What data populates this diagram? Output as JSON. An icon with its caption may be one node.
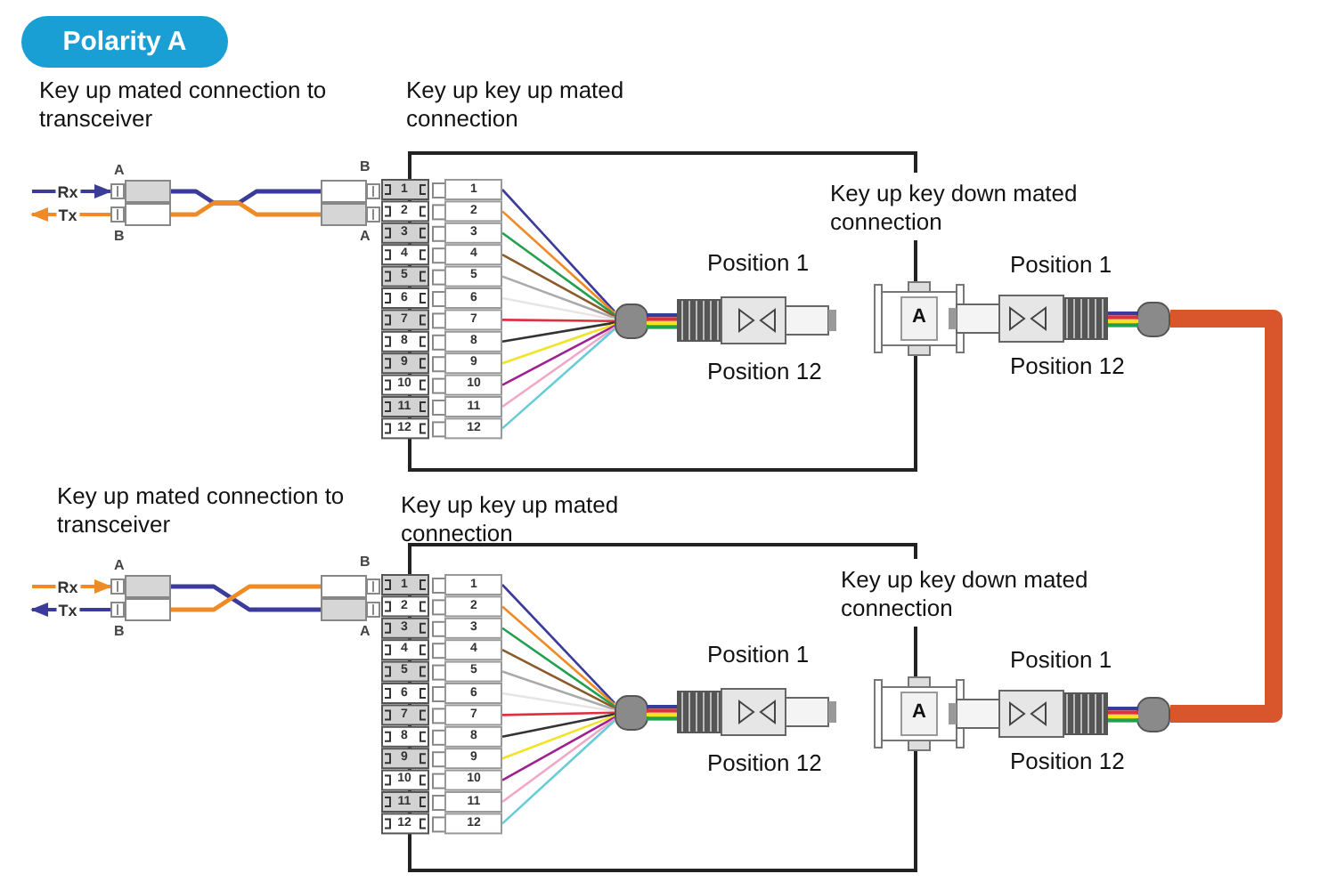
{
  "diagram": {
    "title": "Polarity A",
    "nodes": [
      {
        "text": [],
        "shape": "picture",
        "beside": [
          "A",
          "B"
        ]
      },
      {
        "text": [
          "Key up key up mated connection"
        ]
      },
      {
        "text": [],
        "shape": "picture",
        "beside": [
          "B",
          "A"
        ]
      },
      {
        "text": [],
        "shape": "picture"
      },
      {
        "text": [],
        "shape": "picture",
        "beside": [
          "Position 1",
          "Position 12"
        ],
        "in": 1
      },
      {
        "text": [
          "A"
        ]
      },
      {
        "text": [],
        "shape": "picture",
        "beside": [
          "Position 1",
          "Position 12"
        ]
      },
      {
        "text": [],
        "shape": "picture",
        "beside": [
          "A",
          "B"
        ]
      },
      {
        "text": [
          "Key up key up mated connection"
        ]
      },
      {
        "text": [],
        "shape": "picture",
        "beside": [
          "B",
          "A"
        ]
      },
      {
        "text": [],
        "shape": "picture"
      },
      {
        "text": [],
        "shape": "picture",
        "beside": [
          "Position 1",
          "Position 12"
        ],
        "in": 8
      },
      {
        "text": [
          "A"
        ]
      },
      {
        "text": [],
        "shape": "picture",
        "beside": [
          "Position 1",
          "Position 12"
        ]
      }
    ],
    "edges": [
      {
        "from": null,
        "to": 0,
        "arrow": "to",
        "label": "Rx",
        "color": "#3b3b9a"
      },
      {
        "from": 0,
        "to": null,
        "arrow": "to",
        "label": "Tx",
        "color": "#f08a24"
      },
      {
        "from": 0,
        "to": 2,
        "arrow": "none",
        "color": "#3b3b9a"
      },
      {
        "from": 0,
        "to": 2,
        "arrow": "none",
        "color": "#f08a24"
      },
      {
        "from": 3,
        "to": 4,
        "arrow": "none",
        "color": "#3b3b9a"
      },
      {
        "from": 3,
        "to": 4,
        "arrow": "none",
        "color": "#f08a24"
      },
      {
        "from": 3,
        "to": 4,
        "arrow": "none",
        "color": "#22a050"
      },
      {
        "from": 3,
        "to": 4,
        "arrow": "none",
        "color": "#8b5a2b"
      },
      {
        "from": 3,
        "to": 4,
        "arrow": "none",
        "color": "#aaaaaa"
      },
      {
        "from": 3,
        "to": 4,
        "arrow": "none",
        "color": "#e6e6e6"
      },
      {
        "from": 3,
        "to": 4,
        "arrow": "none",
        "color": "#e03040"
      },
      {
        "from": 3,
        "to": 4,
        "arrow": "none",
        "color": "#333333"
      },
      {
        "from": 3,
        "to": 4,
        "arrow": "none",
        "color": "#f2e424"
      },
      {
        "from": 3,
        "to": 4,
        "arrow": "none",
        "color": "#a02090"
      },
      {
        "from": 3,
        "to": 4,
        "arrow": "none",
        "color": "#f2a6c6"
      },
      {
        "from": 3,
        "to": 4,
        "arrow": "none",
        "color": "#66ccd8"
      },
      {
        "from": null,
        "to": 7,
        "arrow": "to",
        "label": "Rx",
        "color": "#f08a24"
      },
      {
        "from": 7,
        "to": null,
        "arrow": "to",
        "label": "Tx",
        "color": "#3b3b9a"
      },
      {
        "from": 7,
        "to": 9,
        "arrow": "none",
        "color": "#3b3b9a"
      },
      {
        "from": 7,
        "to": 9,
        "arrow": "none",
        "color": "#f08a24"
      },
      {
        "from": 10,
        "to": 11,
        "arrow": "none",
        "color": "#3b3b9a"
      },
      {
        "from": 10,
        "to": 11,
        "arrow": "none",
        "color": "#f08a24"
      },
      {
        "from": 10,
        "to": 11,
        "arrow": "none",
        "color": "#22a050"
      },
      {
        "from": 10,
        "to": 11,
        "arrow": "none",
        "color": "#8b5a2b"
      },
      {
        "from": 10,
        "to": 11,
        "arrow": "none",
        "color": "#aaaaaa"
      },
      {
        "from": 10,
        "to": 11,
        "arrow": "none",
        "color": "#e6e6e6"
      },
      {
        "from": 10,
        "to": 11,
        "arrow": "none",
        "color": "#e03040"
      },
      {
        "from": 10,
        "to": 11,
        "arrow": "none",
        "color": "#333333"
      },
      {
        "from": 10,
        "to": 11,
        "arrow": "none",
        "color": "#f2e424"
      },
      {
        "from": 10,
        "to": 11,
        "arrow": "none",
        "color": "#a02090"
      },
      {
        "from": 10,
        "to": 11,
        "arrow": "none",
        "color": "#f2a6c6"
      },
      {
        "from": 10,
        "to": 11,
        "arrow": "none",
        "color": "#66ccd8"
      },
      {
        "from": 6,
        "to": 13,
        "arrow": "none",
        "style": "thick",
        "color": "#d9552b"
      }
    ],
    "labels": [
      "Key up mated connection to transceiver",
      "1",
      "1",
      "2",
      "2",
      "3",
      "3",
      "4",
      "4",
      "5",
      "5",
      "6",
      "6",
      "7",
      "7",
      "8",
      "8",
      "9",
      "9",
      "10",
      "10",
      "11",
      "11",
      "12",
      "12",
      "Key up key down mated connection",
      "Key up mated connection to transceiver",
      "1",
      "1",
      "2",
      "2",
      "3",
      "3",
      "4",
      "4",
      "5",
      "5",
      "6",
      "6",
      "7",
      "7",
      "8",
      "8",
      "9",
      "9",
      "10",
      "10",
      "11",
      "11",
      "12",
      "12",
      "Key up key down mated connection"
    ]
  }
}
